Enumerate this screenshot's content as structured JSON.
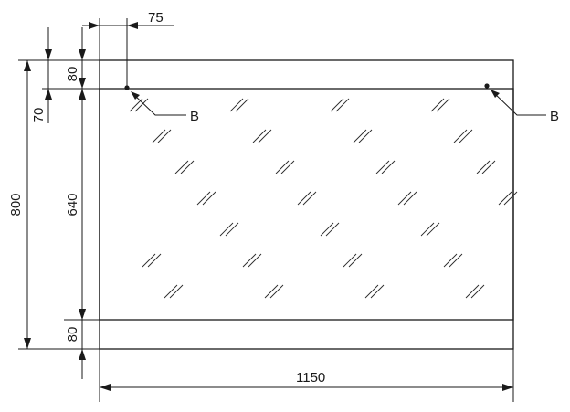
{
  "drawing": {
    "dimensions": {
      "total_height": "800",
      "top_band": "80",
      "bottom_band": "80",
      "glass_height": "640",
      "offset_vertical": "70",
      "offset_horizontal": "75",
      "total_width": "1150"
    },
    "callouts": {
      "left": "B",
      "right": "B"
    }
  }
}
